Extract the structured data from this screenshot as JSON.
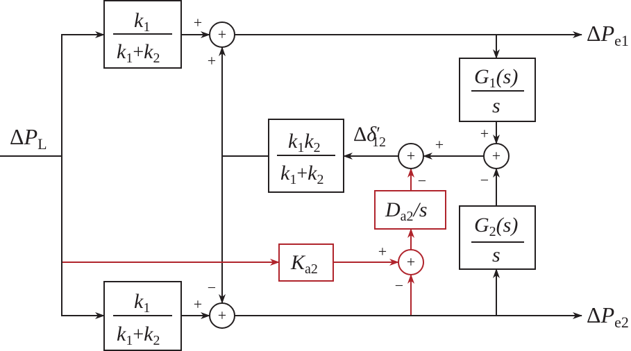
{
  "diagram": {
    "title": "Block diagram of power deviation distribution with additional damping control",
    "colors": {
      "main": "#231f20",
      "control": "#b0242c"
    },
    "input": {
      "delta": "Δ",
      "symbol": "P",
      "sub": "L"
    },
    "outputs": {
      "pe1": {
        "delta": "Δ",
        "symbol": "P",
        "sub": "e1"
      },
      "pe2": {
        "delta": "Δ",
        "symbol": "P",
        "sub": "e2"
      }
    },
    "blocks": {
      "top_gain": {
        "num_a": "k",
        "num_a_sub": "1",
        "den_a": "k",
        "den_a_sub": "1",
        "plus": "+",
        "den_b": "k",
        "den_b_sub": "2"
      },
      "bottom_gain": {
        "num_a": "k",
        "num_a_sub": "1",
        "den_a": "k",
        "den_a_sub": "1",
        "plus": "+",
        "den_b": "k",
        "den_b_sub": "2"
      },
      "middle_gain": {
        "num_a": "k",
        "num_a_sub": "1",
        "num_b": "k",
        "num_b_sub": "2",
        "den_a": "k",
        "den_a_sub": "1",
        "plus": "+",
        "den_b": "k",
        "den_b_sub": "2"
      },
      "g1": {
        "num": "G",
        "num_sub": "1",
        "num_arg": "(s)",
        "den": "s"
      },
      "g2": {
        "num": "G",
        "num_sub": "2",
        "num_arg": "(s)",
        "den": "s"
      },
      "damping": {
        "symbol": "D",
        "sub": "a2",
        "suffix": "/s"
      },
      "ka2": {
        "symbol": "K",
        "sub": "a2"
      }
    },
    "signal_label": {
      "delta": "Δ",
      "symbol": "δ",
      "prime": "′",
      "sub": "12"
    },
    "summing_junctions": {
      "sum_top": {
        "glyph": "+",
        "signs": [
          "+",
          "+"
        ]
      },
      "sum_bottom": {
        "glyph": "+",
        "signs": [
          "+",
          "−"
        ]
      },
      "sum_delta": {
        "glyph": "+",
        "signs": [
          "+",
          "−"
        ]
      },
      "sum_g": {
        "glyph": "+",
        "signs": [
          "+",
          "−"
        ]
      },
      "sum_red": {
        "glyph": "+",
        "signs": [
          "+",
          "−"
        ]
      }
    }
  }
}
